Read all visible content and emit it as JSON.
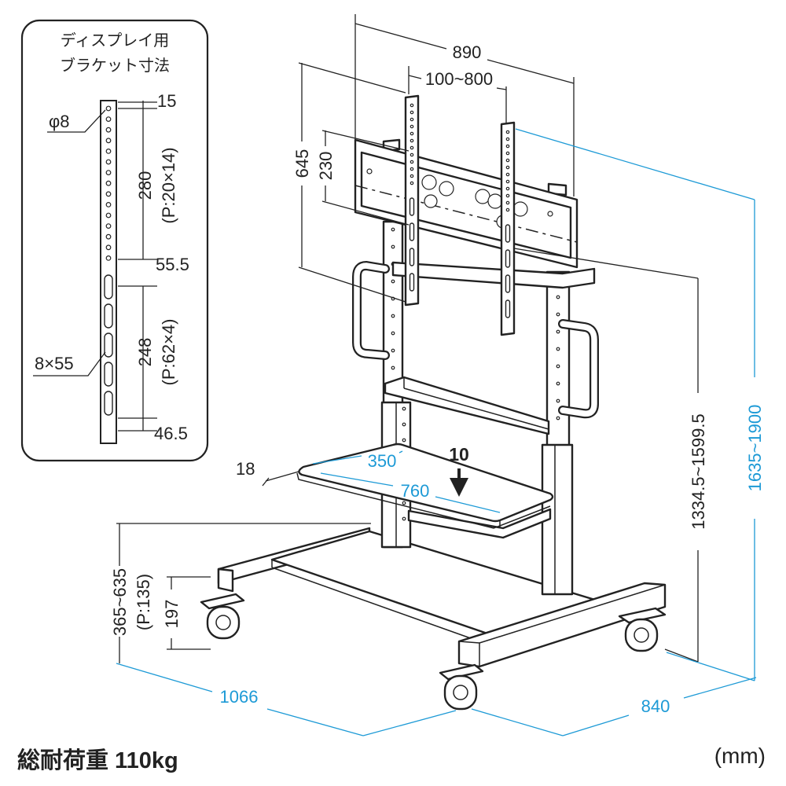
{
  "inset": {
    "title_line1": "ディスプレイ用",
    "title_line2": "ブラケット寸法",
    "hole_label": "φ8",
    "slot_label": "8×55",
    "top_margin": "15",
    "hole_span": "280",
    "hole_pitch": "(P:20×14)",
    "gap": "55.5",
    "slot_span": "248",
    "slot_pitch": "(P:62×4)",
    "bottom_margin": "46.5"
  },
  "dims": {
    "bracket_outer_width": "890",
    "bracket_adjust_width": "100~800",
    "bracket_height": "645",
    "bracket_hole_height": "230",
    "center_height": "1334.5~1599.5",
    "overall_height": "1635~1900",
    "shelf_thickness": "18",
    "shelf_depth": "350",
    "shelf_width": "760",
    "shelf_load": "10",
    "shelf_height": "365~635",
    "shelf_pitch": "(P:135)",
    "base_height": "197",
    "base_width": "1066",
    "base_depth": "840"
  },
  "footer": {
    "capacity": "総耐荷重 110kg",
    "unit": "(mm)"
  },
  "colors": {
    "line": "#222222",
    "accent": "#1d9ad6"
  }
}
